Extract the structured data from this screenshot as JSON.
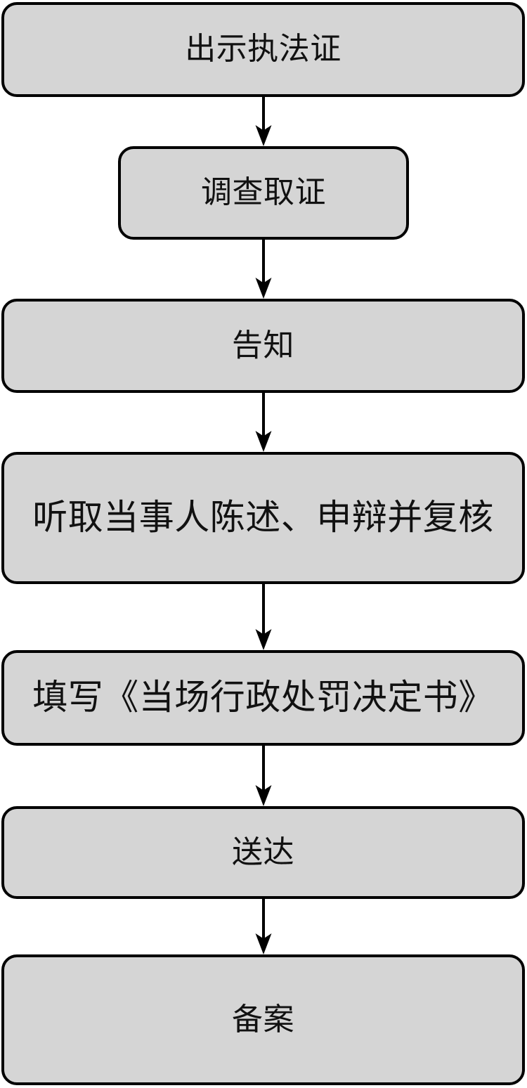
{
  "diagram": {
    "title": "",
    "background_color": "#ffffff",
    "node_fill_color": "#d5d5d5",
    "node_border_color": "#000000",
    "connector_color": "#000000",
    "orientation": "vertical-top-to-bottom",
    "nodes": [
      {
        "id": "node-1",
        "label": "出示执法证",
        "shape": "rounded-rectangle",
        "width_class": "full"
      },
      {
        "id": "node-2",
        "label": "调查取证",
        "shape": "rounded-rectangle",
        "width_class": "narrow"
      },
      {
        "id": "node-3",
        "label": "告知",
        "shape": "rounded-rectangle",
        "width_class": "full"
      },
      {
        "id": "node-4",
        "label": "听取当事人陈述、申辩并复核",
        "shape": "rounded-rectangle",
        "width_class": "full"
      },
      {
        "id": "node-5",
        "label": "填写《当场行政处罚决定书》",
        "shape": "rounded-rectangle",
        "width_class": "full"
      },
      {
        "id": "node-6",
        "label": "送达",
        "shape": "rounded-rectangle",
        "width_class": "full"
      },
      {
        "id": "node-7",
        "label": "备案",
        "shape": "rounded-rectangle",
        "width_class": "full"
      }
    ],
    "connectors": [
      {
        "id": "arrow-1",
        "from": "node-1",
        "to": "node-2",
        "icon": "down-arrow-icon"
      },
      {
        "id": "arrow-2",
        "from": "node-2",
        "to": "node-3",
        "icon": "down-arrow-icon"
      },
      {
        "id": "arrow-3",
        "from": "node-3",
        "to": "node-4",
        "icon": "down-arrow-icon"
      },
      {
        "id": "arrow-4",
        "from": "node-4",
        "to": "node-5",
        "icon": "down-arrow-icon"
      },
      {
        "id": "arrow-5",
        "from": "node-5",
        "to": "node-6",
        "icon": "down-arrow-icon"
      },
      {
        "id": "arrow-6",
        "from": "node-6",
        "to": "node-7",
        "icon": "down-arrow-icon"
      }
    ]
  }
}
